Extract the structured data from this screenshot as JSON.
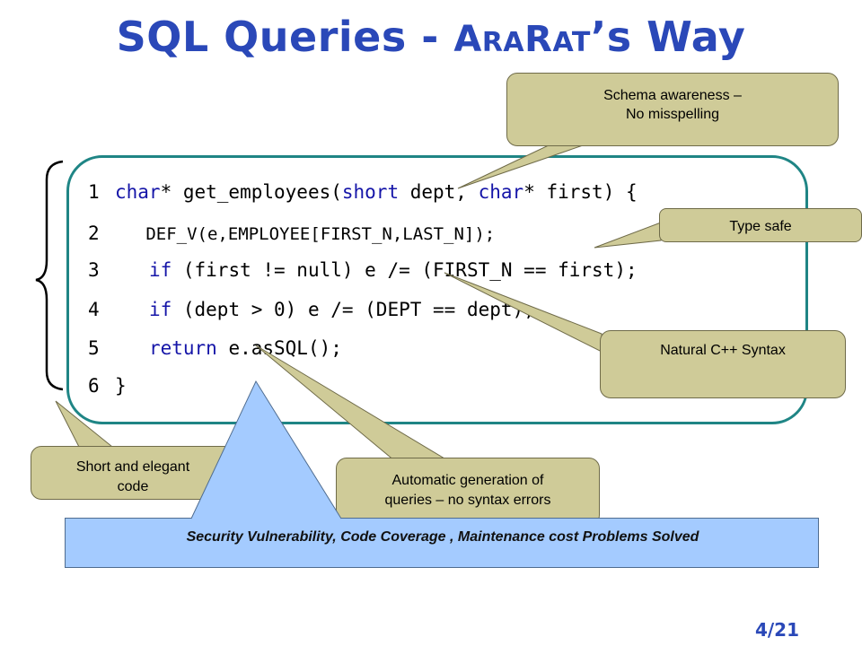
{
  "slide": {
    "title_part1": "SQL Queries - ",
    "title_a1": "A",
    "title_ra": "RA",
    "title_r": "R",
    "title_at": "AT",
    "title_part2": "’s Way",
    "page_number": "4/21"
  },
  "code": {
    "lines": [
      {
        "num": "1",
        "kw1": "char",
        "t1": "* get_employees(",
        "kw2": "short",
        "t2": " dept, ",
        "kw3": "char",
        "t3": "* first) {"
      },
      {
        "num": "2",
        "t1": "   DEF_V(e,EMPLOYEE[FIRST_N,LAST_N]);"
      },
      {
        "num": "3",
        "kw1": "if",
        "t1": " (first != null) e /= (FIRST_N == first);"
      },
      {
        "num": "4",
        "kw1": "if",
        "t1": " (dept > 0) e /= (DEPT == dept);"
      },
      {
        "num": "5",
        "kw1": "return",
        "t1": " e.asSQL();"
      },
      {
        "num": "6",
        "t1": "}"
      }
    ]
  },
  "callouts": {
    "schema_line1": "Schema awareness –",
    "schema_line2": "No misspelling",
    "type_safe": "Type safe",
    "natural": "Natural C++ Syntax",
    "short_line1": "Short and elegant",
    "short_line2": "code",
    "auto_line1": "Automatic generation of",
    "auto_line2": "queries – no syntax errors"
  },
  "bottom_banner": "Security Vulnerability, Code Coverage , Maintenance cost Problems Solved",
  "colors": {
    "title": "#2a48b8",
    "keyword": "#1515a8",
    "code_border": "#1f8585",
    "callout_fill": "#cfcb98",
    "banner_fill": "#a4cbff"
  }
}
